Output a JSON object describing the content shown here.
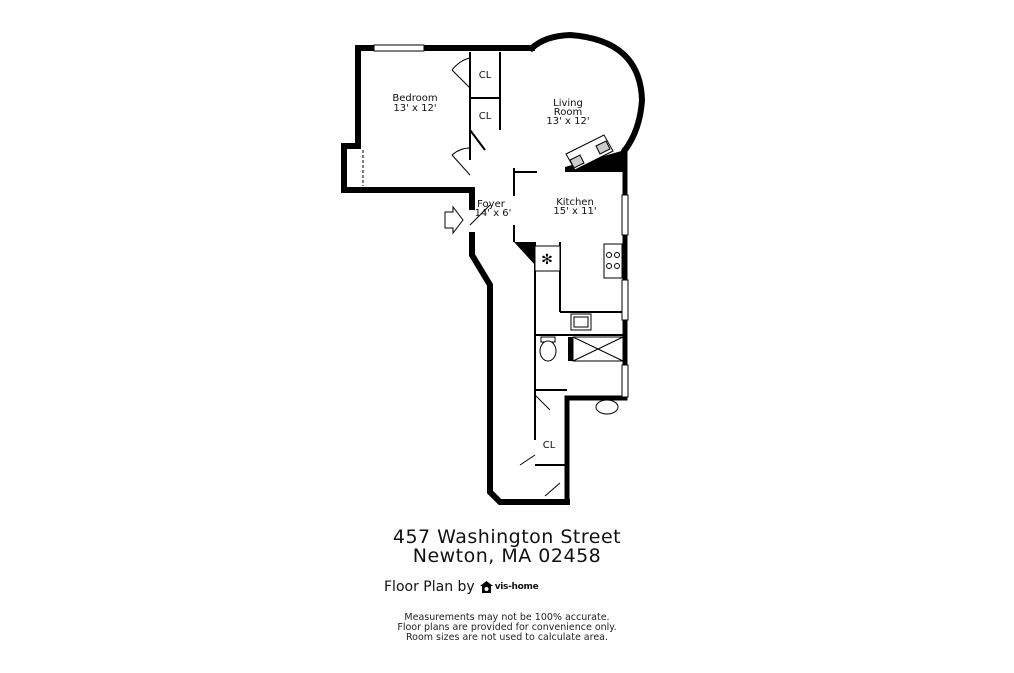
{
  "rooms": {
    "bedroom": {
      "name": "Bedroom",
      "size": "13' x 12'"
    },
    "living_room": {
      "name_line1": "Living",
      "name_line2": "Room",
      "size": "13' x 12'"
    },
    "kitchen": {
      "name": "Kitchen",
      "size": "15' x 11'"
    },
    "foyer": {
      "name": "Foyer",
      "size": "14' x 6'"
    },
    "closet_1": {
      "name": "CL"
    },
    "closet_2": {
      "name": "CL"
    },
    "closet_3": {
      "name": "CL"
    }
  },
  "address": {
    "line1": "457 Washington Street",
    "line2": "Newton, MA 02458"
  },
  "credit": {
    "label": "Floor Plan by",
    "brand": "vis-home",
    "brand_icon": "house-camera-icon"
  },
  "disclaimer": [
    "Measurements may not be 100% accurate.",
    "Floor plans are provided for convenience only.",
    "Room sizes are not used to calculate area."
  ],
  "icons": {
    "entry": "entry-arrow-icon",
    "refrigerator": "snowflake-icon",
    "stove": "stove-burners-icon",
    "sink": "sink-icon",
    "toilet": "toilet-icon",
    "shower": "shower-icon",
    "bath_sink": "bath-sink-icon",
    "fireplace": "fireplace-icon"
  },
  "colors": {
    "wall": "#000000",
    "background": "#ffffff"
  }
}
